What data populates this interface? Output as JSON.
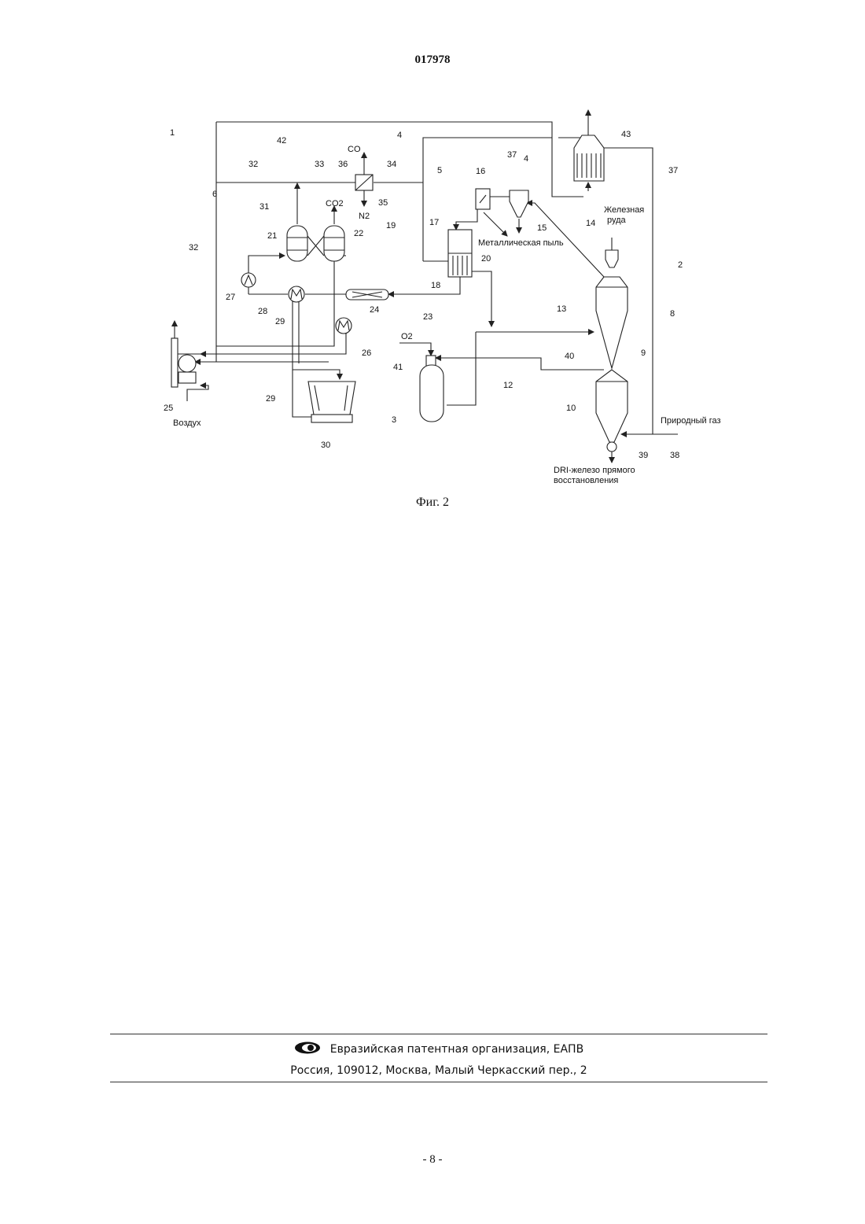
{
  "header": {
    "doc_number": "017978"
  },
  "figure": {
    "caption": "Фиг. 2",
    "text_labels": {
      "co": "CO",
      "co2": "CO2",
      "n2": "N2",
      "o2": "O2",
      "metal_dust": "Металлическая пыль",
      "iron_ore_1": "Железная",
      "iron_ore_2": "руда",
      "natural_gas": "Природный газ",
      "air": "Воздух",
      "dri_1": "DRI-железо прямого",
      "dri_2": "восстановления"
    },
    "ref_numerals": {
      "n1": "1",
      "n2": "2",
      "n3": "3",
      "n4a": "4",
      "n4b": "4",
      "n5": "5",
      "n6": "6",
      "n8": "8",
      "n9": "9",
      "n10": "10",
      "n12": "12",
      "n13": "13",
      "n14": "14",
      "n15": "15",
      "n16": "16",
      "n17": "17",
      "n18": "18",
      "n19": "19",
      "n20": "20",
      "n21": "21",
      "n22": "22",
      "n23": "23",
      "n24": "24",
      "n25": "25",
      "n26": "26",
      "n27": "27",
      "n28": "28",
      "n29a": "29",
      "n29b": "29",
      "n30": "30",
      "n31": "31",
      "n32a": "32",
      "n32b": "32",
      "n33": "33",
      "n34": "34",
      "n35": "35",
      "n36": "36",
      "n37a": "37",
      "n37b": "37",
      "n38": "38",
      "n39": "39",
      "n40": "40",
      "n41": "41",
      "n42": "42",
      "n43": "43"
    }
  },
  "footer": {
    "organization": "Евразийская патентная организация, ЕАПВ",
    "address": "Россия, 109012, Москва, Малый Черкасский пер., 2"
  },
  "page_number": "- 8 -"
}
